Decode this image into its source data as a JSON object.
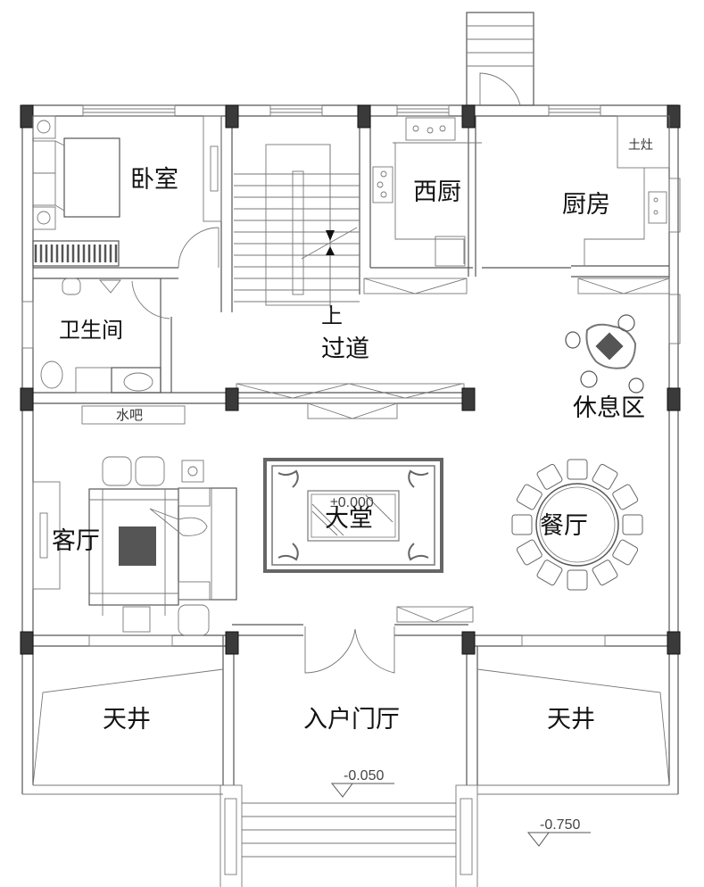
{
  "plan": {
    "title": "一层平面图",
    "rooms": {
      "bedroom": "卧室",
      "bathroom": "卫生间",
      "water_bar": "水吧",
      "stairs_up": "上",
      "corridor": "过道",
      "western_kitchen": "西厨",
      "kitchen": "厨房",
      "stove": "土灶",
      "lounge": "休息区",
      "living_room": "客厅",
      "hall": "大堂",
      "dining_room": "餐厅",
      "courtyard_left": "天井",
      "entrance_hall": "入户门厅",
      "courtyard_right": "天井"
    },
    "elevations": {
      "hall": "±0.000",
      "entrance": "-0.050",
      "exterior": "-0.750"
    },
    "dining_chairs": 12,
    "colors": {
      "wall": "#555555",
      "column": "#3a3a3a",
      "furniture_dark": "#555555"
    }
  }
}
